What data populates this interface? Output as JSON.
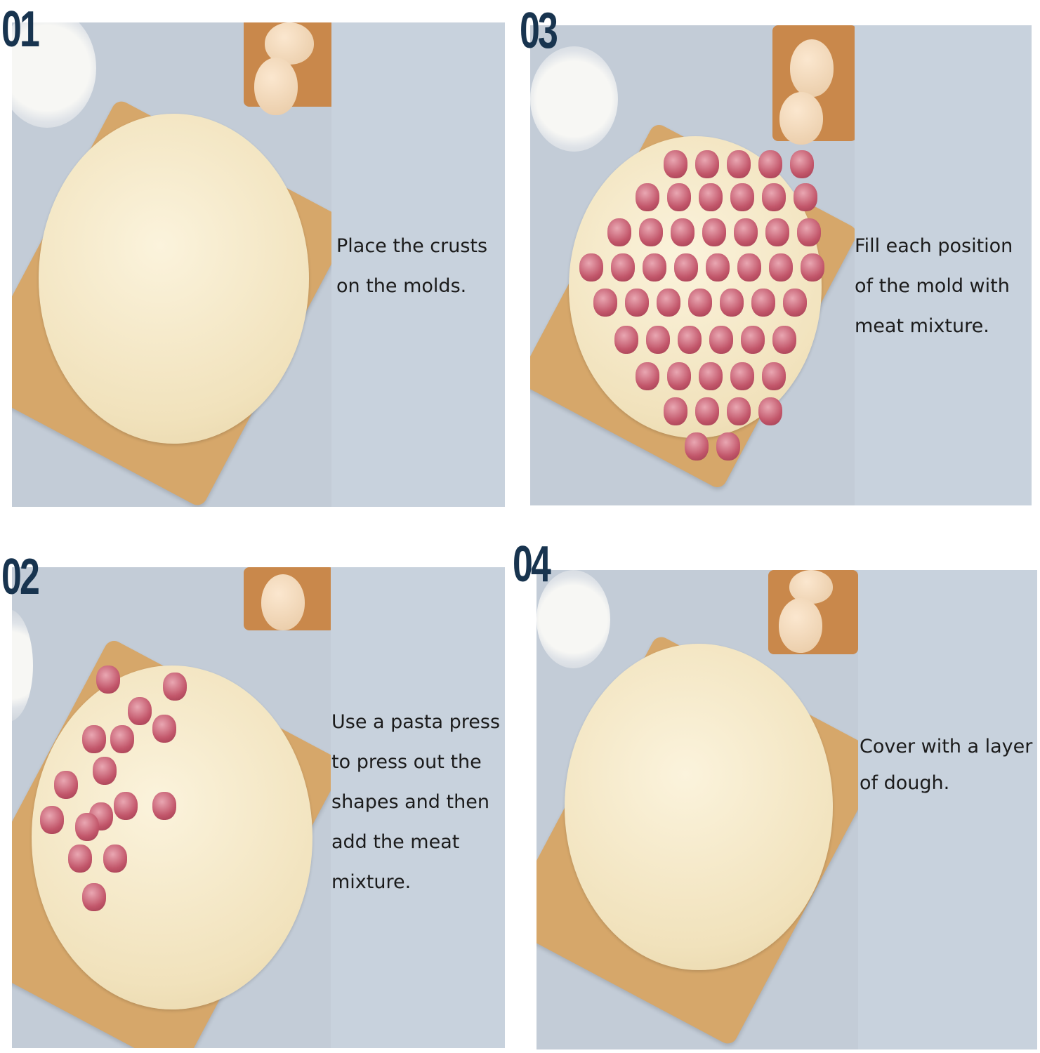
{
  "steps": [
    {
      "number": "01",
      "caption": "Place the crusts on the molds."
    },
    {
      "number": "02",
      "caption": "Use a pasta press to press out the shapes and then add the meat mixture."
    },
    {
      "number": "03",
      "caption": "Fill each position of the mold with meat mixture."
    },
    {
      "number": "04",
      "caption": "Cover with a layer of dough."
    }
  ],
  "colors": {
    "number": "#18344f",
    "panel_bg": "#c8d2dd"
  }
}
